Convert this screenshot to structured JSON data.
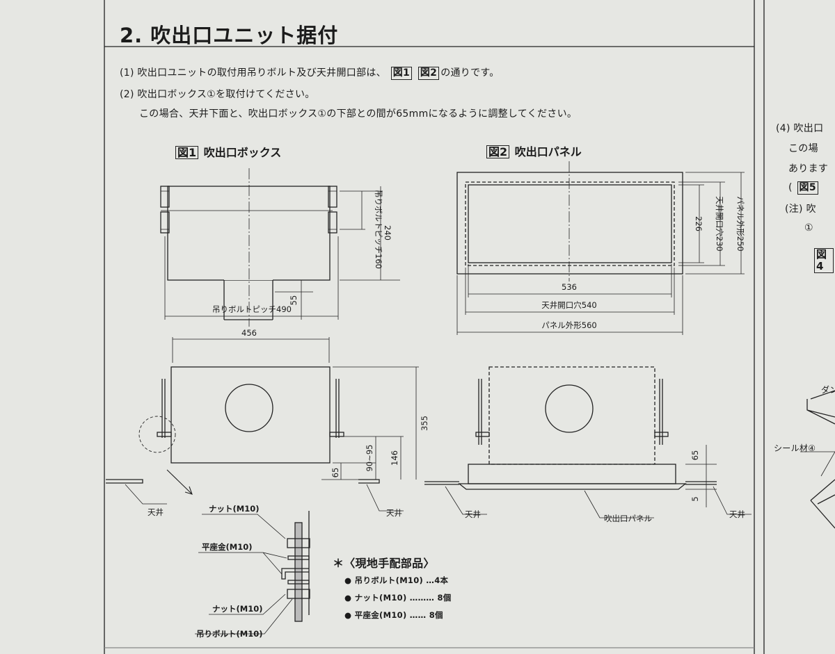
{
  "section_title": "2. 吹出口ユニット据付",
  "instructions": {
    "line1_prefix": "(1) 吹出口ユニットの取付用吊りボルト及び天井開口部は、",
    "line1_fig1": "図1",
    "line1_fig2": "図2",
    "line1_suffix": "の通りです。",
    "line2": "(2) 吹出口ボックス①を取付けてください。",
    "line3": "この場合、天井下面と、吹出口ボックス①の下部との間が65mmになるように調整してください。"
  },
  "fig1": {
    "tag": "図1",
    "title": "吹出口ボックス",
    "dims": {
      "bolt_pitch_v": "吊りボルトピッチ160",
      "height_240": "240",
      "neck_55": "55",
      "bolt_pitch_h": "吊りボルトピッチ490",
      "width_456": "456",
      "height_355": "355",
      "dim_146": "146",
      "dim_90_95": "90~95",
      "dim_65": "65",
      "ceiling_left": "天井",
      "ceiling_right": "天井"
    }
  },
  "fig2": {
    "tag": "図2",
    "title": "吹出口パネル",
    "dims": {
      "dim_226": "226",
      "opening_230": "天井開口穴230",
      "panel_250": "パネル外形250",
      "dim_536": "536",
      "opening_540": "天井開口穴540",
      "panel_560": "パネル外形560",
      "dim_65": "65",
      "dim_5": "5",
      "ceiling_left": "天井",
      "ceiling_right": "天井",
      "panel_label": "吹出口パネル"
    }
  },
  "bolt_detail": {
    "nut_top": "ナット(M10)",
    "washer": "平座金(M10)",
    "nut_bottom": "ナット(M10)",
    "bolt": "吊りボルト(M10)"
  },
  "local_parts": {
    "heading": "＊〈現地手配部品〉",
    "items": [
      "● 吊りボルト(M10) …4本",
      "● ナット(M10) ……… 8個",
      "● 平座金(M10) …… 8個"
    ]
  },
  "right_page": {
    "line1": "(4) 吹出口",
    "line2": "この場",
    "line3": "あります",
    "line4_paren": "(",
    "line4_fig": "図5",
    "line5": "(注) 吹",
    "line6": "①",
    "fig4": "図4",
    "damper": "ダン",
    "seal": "シール材④"
  }
}
